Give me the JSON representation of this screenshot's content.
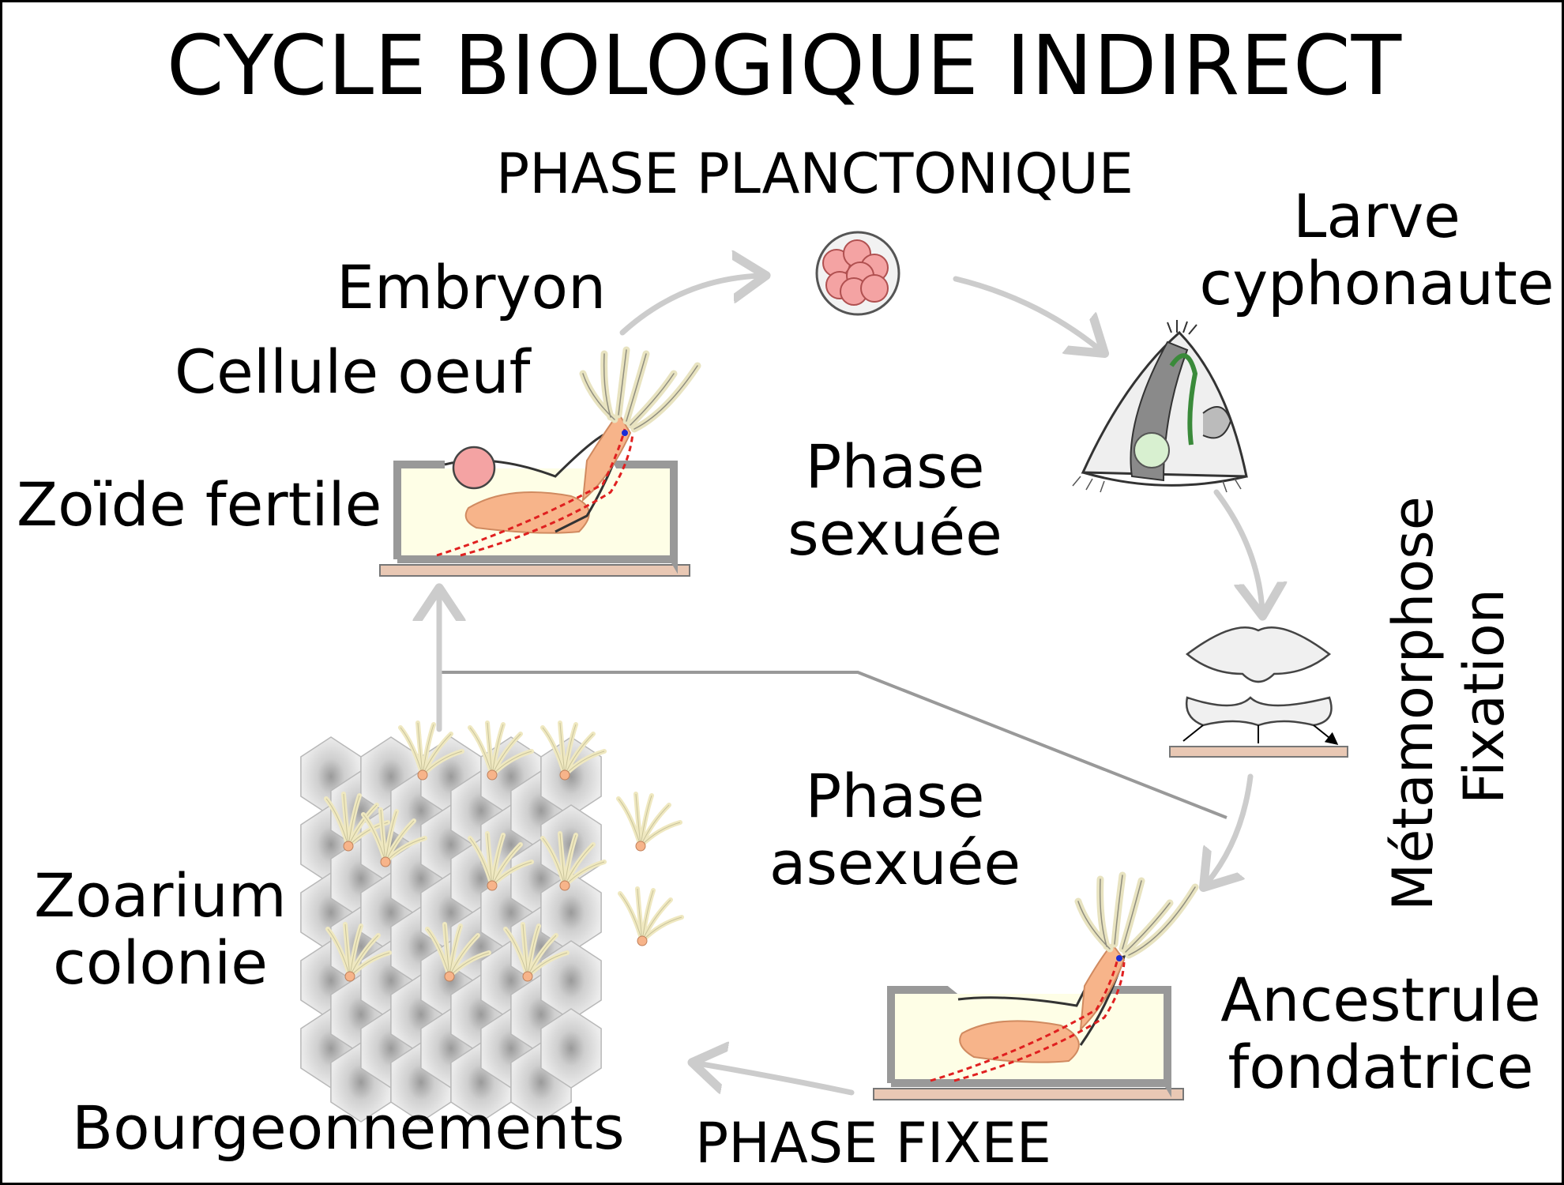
{
  "title": "CYCLE BIOLOGIQUE INDIRECT",
  "phases": {
    "planktonic": "PHASE PLANCTONIQUE",
    "fixed": "PHASE FIXEE",
    "sexual": [
      "Phase",
      "sexuée"
    ],
    "asexual": [
      "Phase",
      "asexuée"
    ]
  },
  "stages": {
    "embryo": "Embryon",
    "egg_cell": "Cellule oeuf",
    "fertile_zooid": "Zoïde fertile",
    "larva": [
      "Larve",
      "cyphonaute"
    ],
    "metamorphosis": "Métamorphose",
    "fixation": "Fixation",
    "ancestrula": [
      "Ancestrule",
      "fondatrice"
    ],
    "zoarium": [
      "Zoarium",
      "colonie"
    ],
    "budding": "Bourgeonnements"
  },
  "colors": {
    "arrow": "#cccccc",
    "divider": "#999999",
    "egg": "#f4a3a3",
    "zooid_body": "#f7b48a",
    "box_fill": "#fefee6",
    "substrate": "#e9c8b4",
    "gut_line": "#e02020",
    "colony_cell": "#e3e3e3"
  }
}
